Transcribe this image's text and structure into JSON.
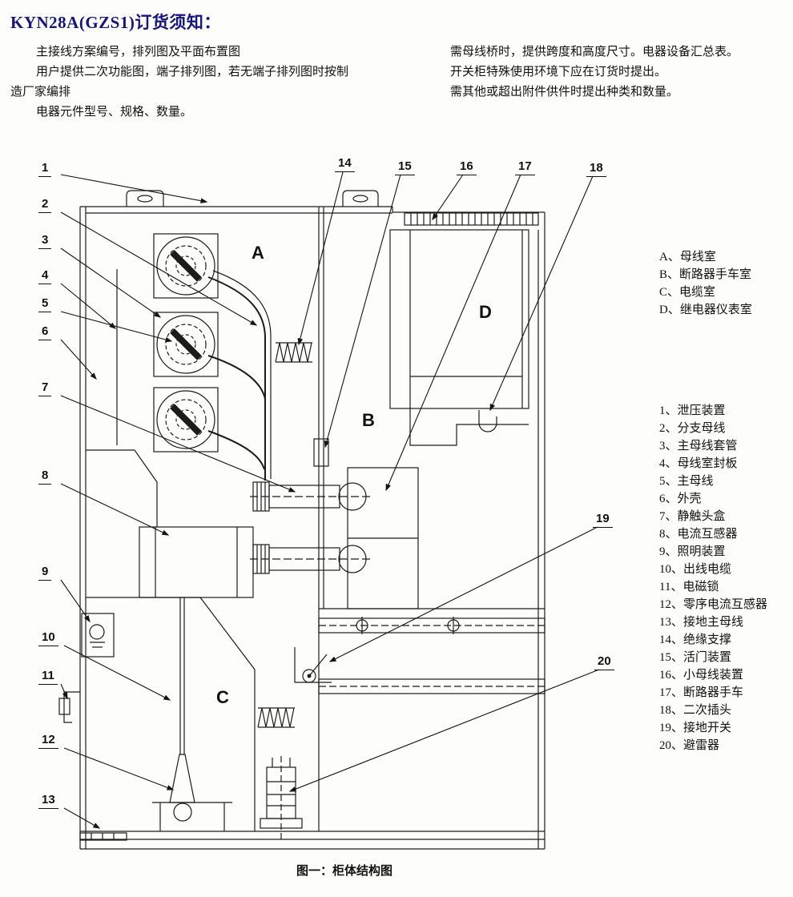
{
  "page": {
    "title": "KYN28A(GZS1)订货须知：",
    "caption": "图一：柜体结构图"
  },
  "notes": {
    "left": [
      "主接线方案编号，排列图及平面布置图",
      "用户提供二次功能图，端子排列图，若无端子排列图时按制",
      "造厂家编排",
      "电器元件型号、规格、数量。"
    ],
    "right": [
      "需母线桥时，提供跨度和高度尺寸。电器设备汇总表。",
      "开关柜特殊使用环境下应在订货时提出。",
      "需其他或超出附件供件时提出种类和数量。"
    ]
  },
  "compartments": {
    "labels": [
      "A",
      "B",
      "C",
      "D"
    ],
    "legend": [
      "A、母线室",
      "B、断路器手车室",
      "C、电缆室",
      "D、继电器仪表室"
    ]
  },
  "callouts": [
    "1",
    "2",
    "3",
    "4",
    "5",
    "6",
    "7",
    "8",
    "9",
    "10",
    "11",
    "12",
    "13",
    "14",
    "15",
    "16",
    "17",
    "18",
    "19",
    "20"
  ],
  "parts": [
    "1、泄压装置",
    "2、分支母线",
    "3、主母线套管",
    "4、母线室封板",
    "5、主母线",
    "6、外壳",
    "7、静触头盒",
    "8、电流互感器",
    "9、照明装置",
    "10、出线电缆",
    "11、电磁锁",
    "12、零序电流互感器",
    "13、接地主母线",
    "14、绝缘支撑",
    "15、活门装置",
    "16、小母线装置",
    "17、断路器手车",
    "18、二次插头",
    "19、接地开关",
    "20、避雷器"
  ],
  "colors": {
    "title": "#15157E",
    "ink": "#1c1c1c"
  }
}
